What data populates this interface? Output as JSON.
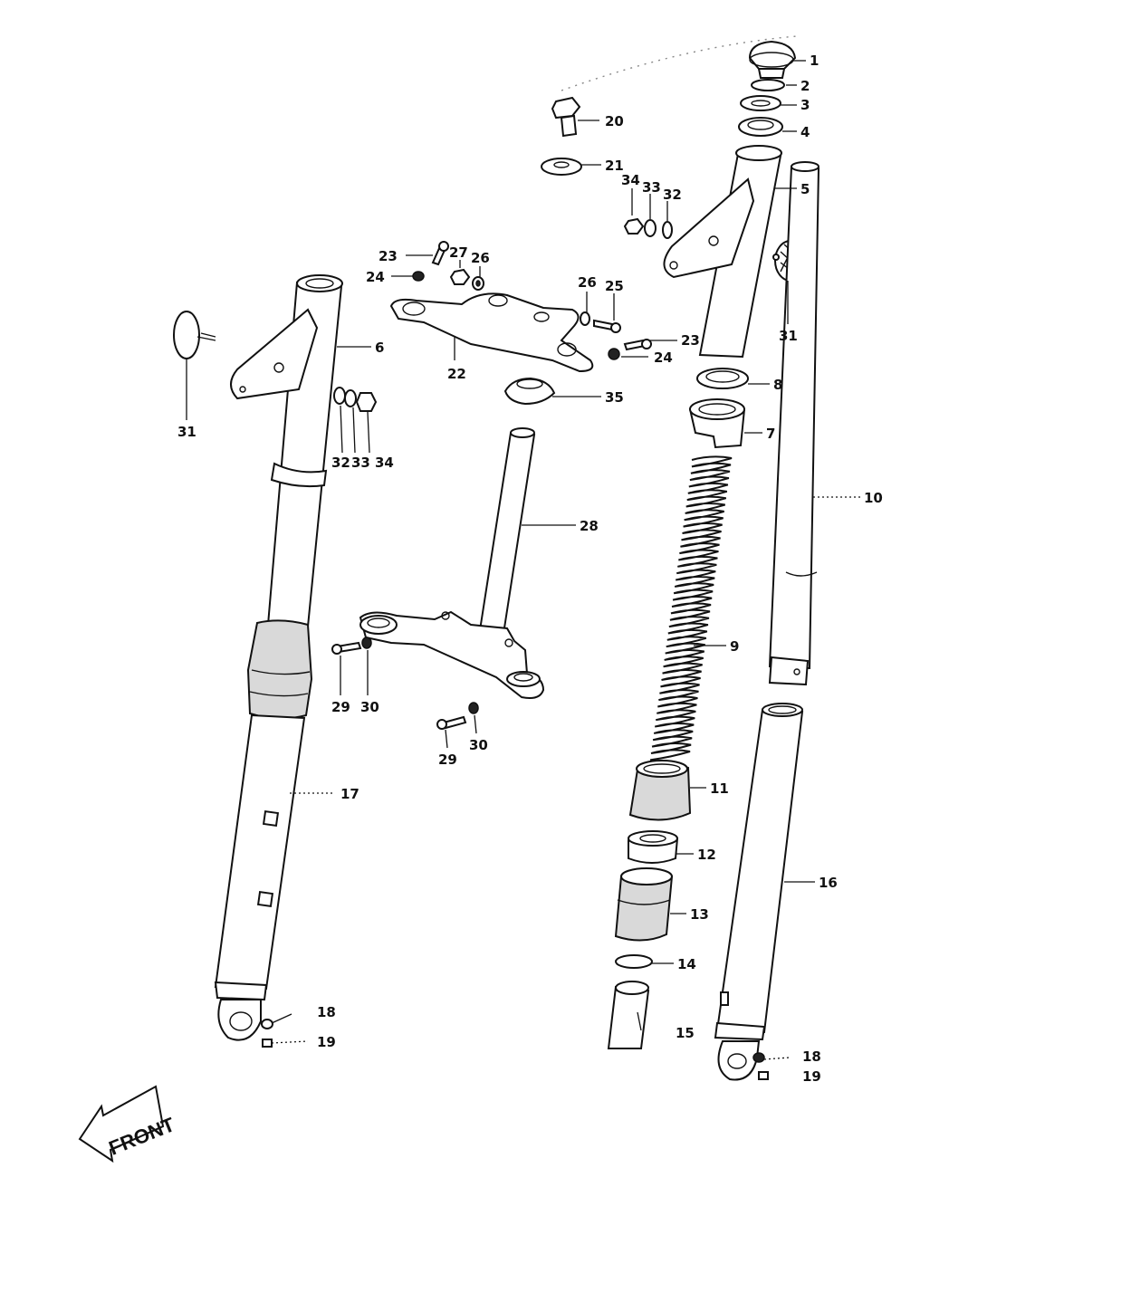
{
  "callouts": {
    "p1": "1",
    "p2": "2",
    "p3": "3",
    "p4": "4",
    "p5": "5",
    "p6": "6",
    "p7": "7",
    "p8": "8",
    "p9": "9",
    "p10": "10",
    "p11": "11",
    "p12": "12",
    "p13": "13",
    "p14": "14",
    "p15": "15",
    "p16": "16",
    "p17": "17",
    "p18a": "18",
    "p18b": "18",
    "p19a": "19",
    "p19b": "19",
    "p20": "20",
    "p21": "21",
    "p22": "22",
    "p23a": "23",
    "p23b": "23",
    "p24a": "24",
    "p24b": "24",
    "p25": "25",
    "p26a": "26",
    "p26b": "26",
    "p27": "27",
    "p28": "28",
    "p29a": "29",
    "p29b": "29",
    "p30a": "30",
    "p30b": "30",
    "p31a": "31",
    "p31b": "31",
    "p32a": "32",
    "p32b": "32",
    "p33a": "33",
    "p33b": "33",
    "p34a": "34",
    "p34b": "34",
    "p35": "35"
  },
  "front_label": "FRONT"
}
